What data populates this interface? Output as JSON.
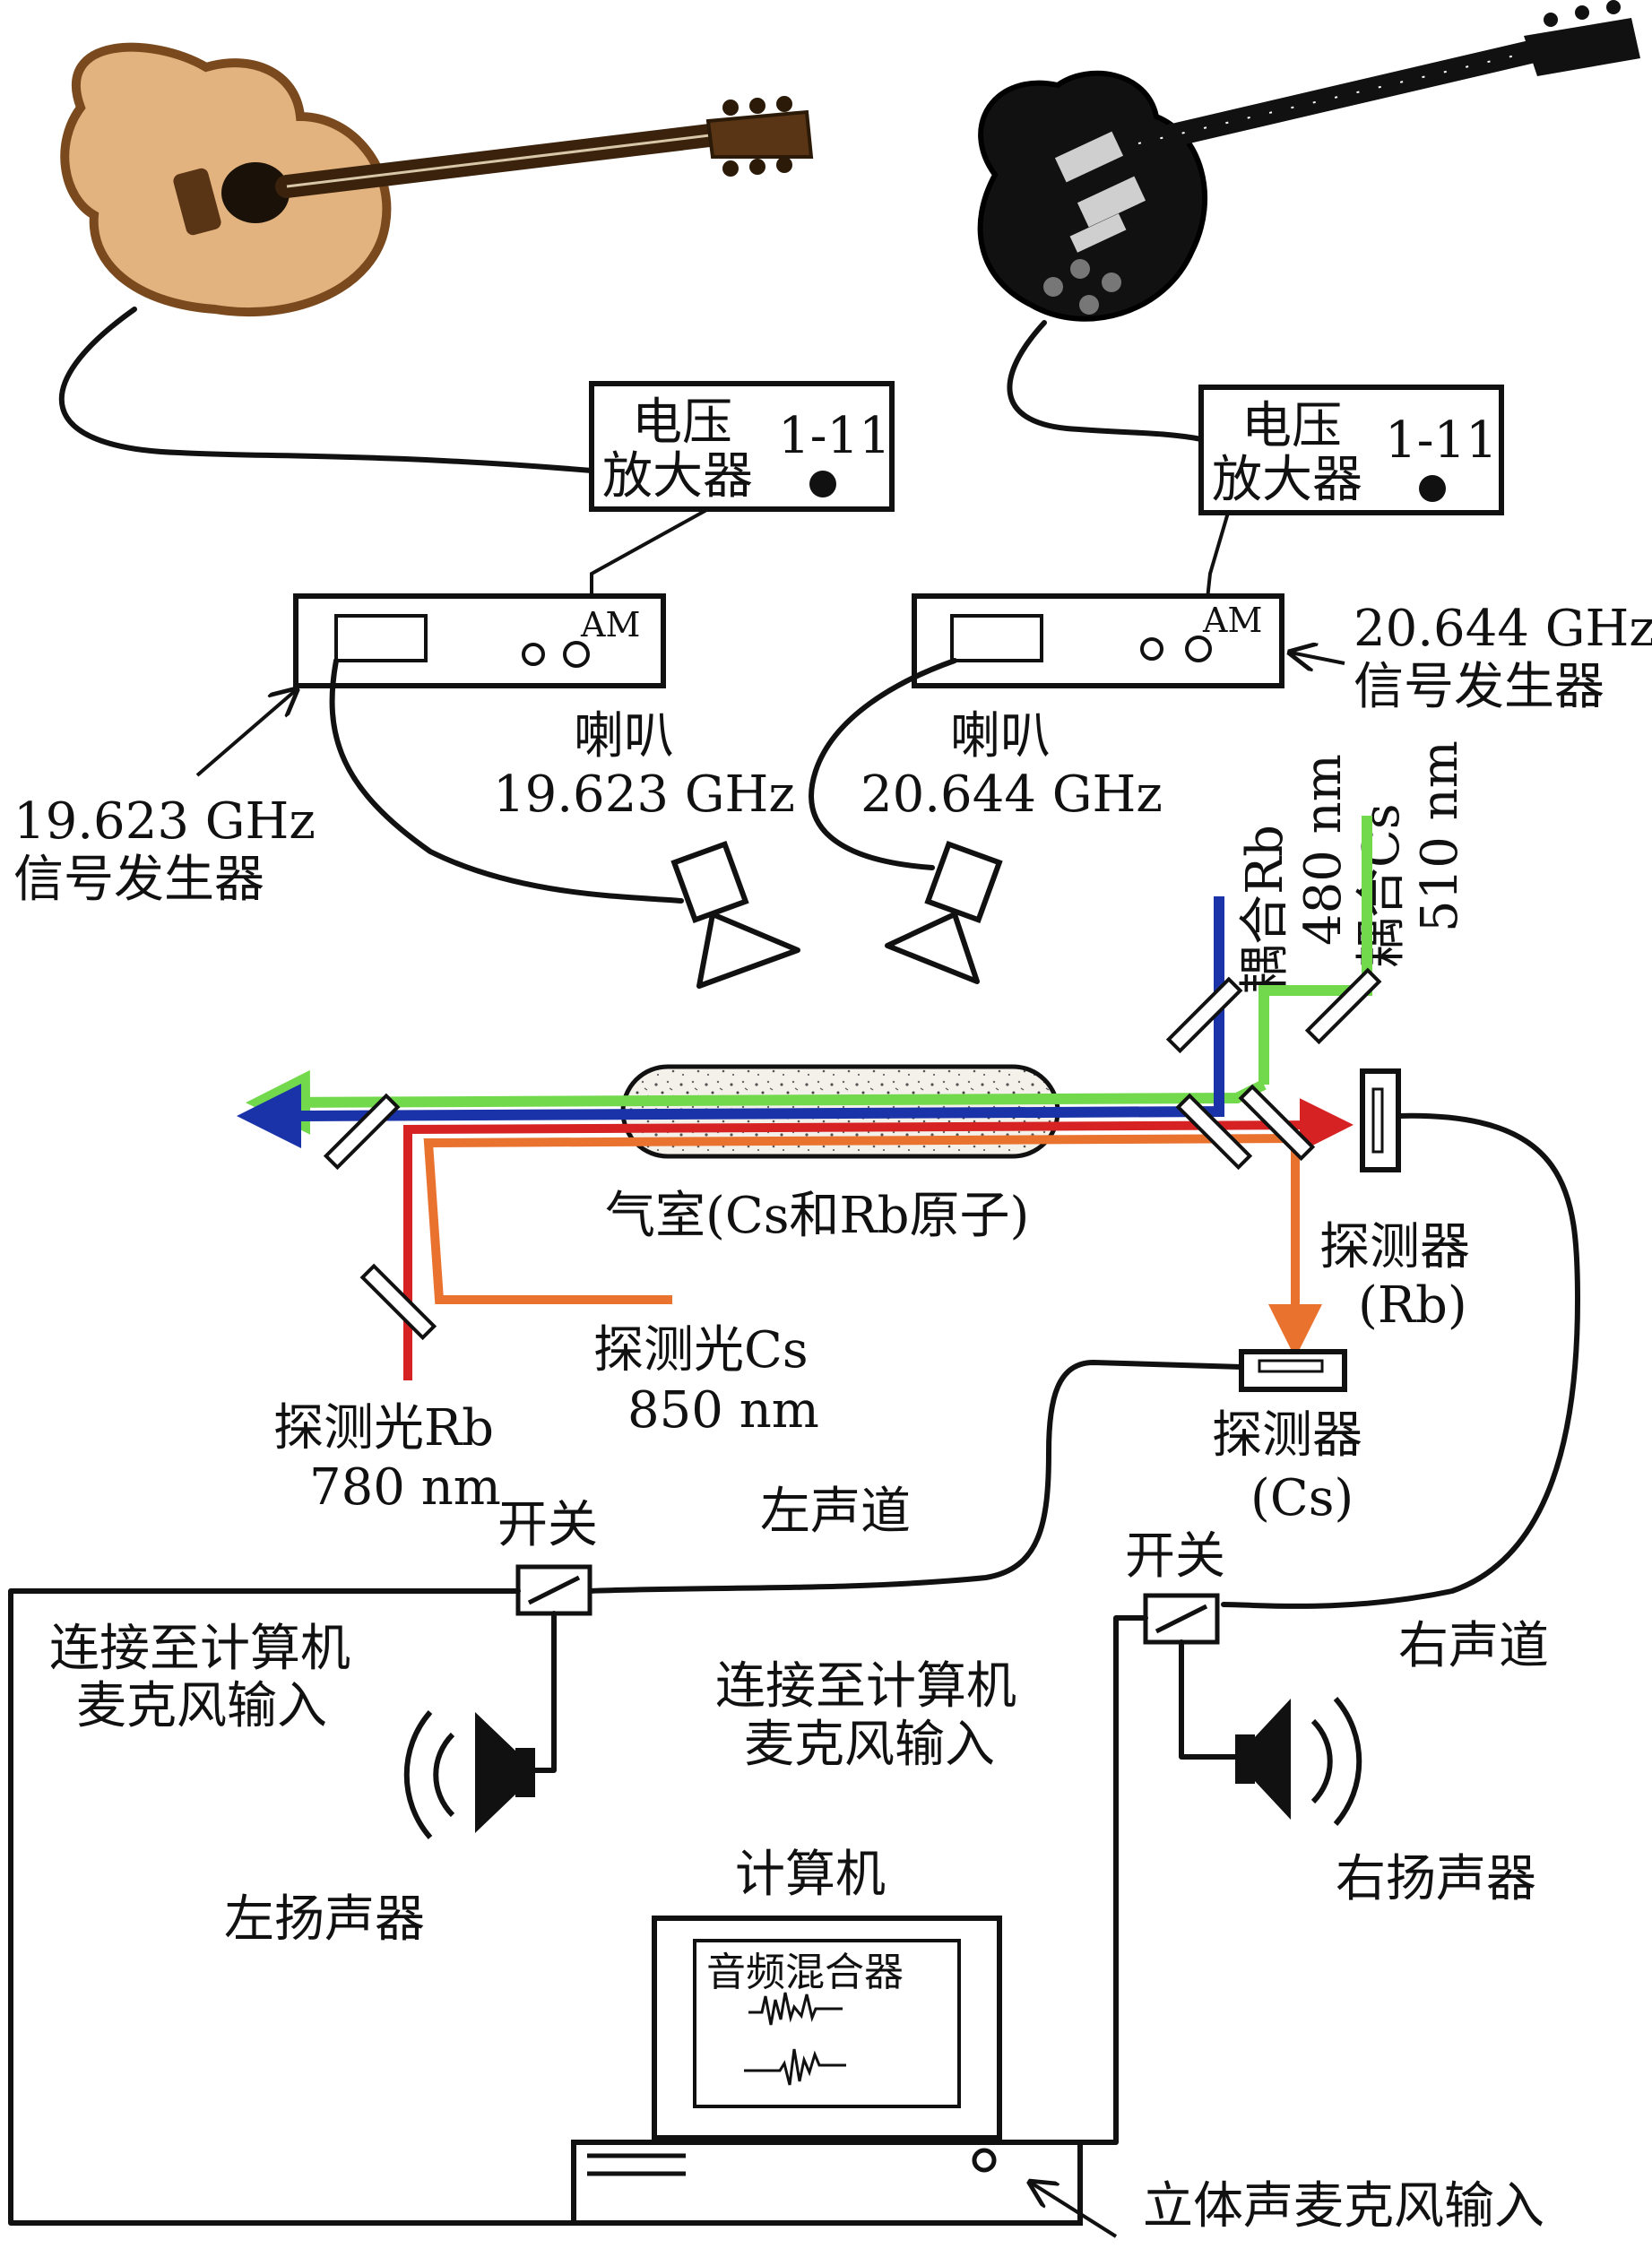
{
  "labels": {
    "amp_left_line1": "电压",
    "amp_left_line2": "放大器",
    "amp_left_knob": "1-11",
    "amp_right_line1": "电压",
    "amp_right_line2": "放大器",
    "amp_right_knob": "1-11",
    "gen_left_am": "AM",
    "gen_right_am": "AM",
    "gen_left_freq": "19.623 GHz",
    "gen_left_name": "信号发生器",
    "gen_right_freq": "20.644 GHz",
    "gen_right_name": "信号发生器",
    "horn_left_name": "喇叭",
    "horn_left_freq": "19.623 GHz",
    "horn_right_name": "喇叭",
    "horn_right_freq": "20.644 GHz",
    "coupling_rb_name": "耦合Rb",
    "coupling_rb_wl": "480 nm",
    "coupling_cs_name": "耦合Cs",
    "coupling_cs_wl": "510 nm",
    "vapor_cell": "气室(Cs和Rb原子)",
    "detector_rb_name": "探测器",
    "detector_rb_sub": "(Rb)",
    "detector_cs_name": "探测器",
    "detector_cs_sub": "(Cs)",
    "probe_cs_name": "探测光Cs",
    "probe_cs_wl": "850 nm",
    "probe_rb_name": "探测光Rb",
    "probe_rb_wl": "780 nm",
    "switch_left": "开关",
    "switch_right": "开关",
    "left_channel": "左声道",
    "right_channel": "右声道",
    "pc_mic_left_line1": "连接至计算机",
    "pc_mic_left_line2": "麦克风输入",
    "pc_mic_center_line1": "连接至计算机",
    "pc_mic_center_line2": "麦克风输入",
    "speaker_left": "左扬声器",
    "speaker_right": "右扬声器",
    "computer": "计算机",
    "audio_mixer": "音频混合器",
    "stereo_mic_input": "立体声麦克风输入"
  },
  "colors": {
    "coupling_rb_480": "#1a33a8",
    "coupling_cs_510": "#73d94c",
    "probe_rb_780": "#d62222",
    "probe_cs_850": "#e9722f",
    "acoustic_guitar_body": "#e2b27f",
    "acoustic_guitar_edge": "#7a4a1e",
    "electric_guitar_body": "#111111"
  }
}
